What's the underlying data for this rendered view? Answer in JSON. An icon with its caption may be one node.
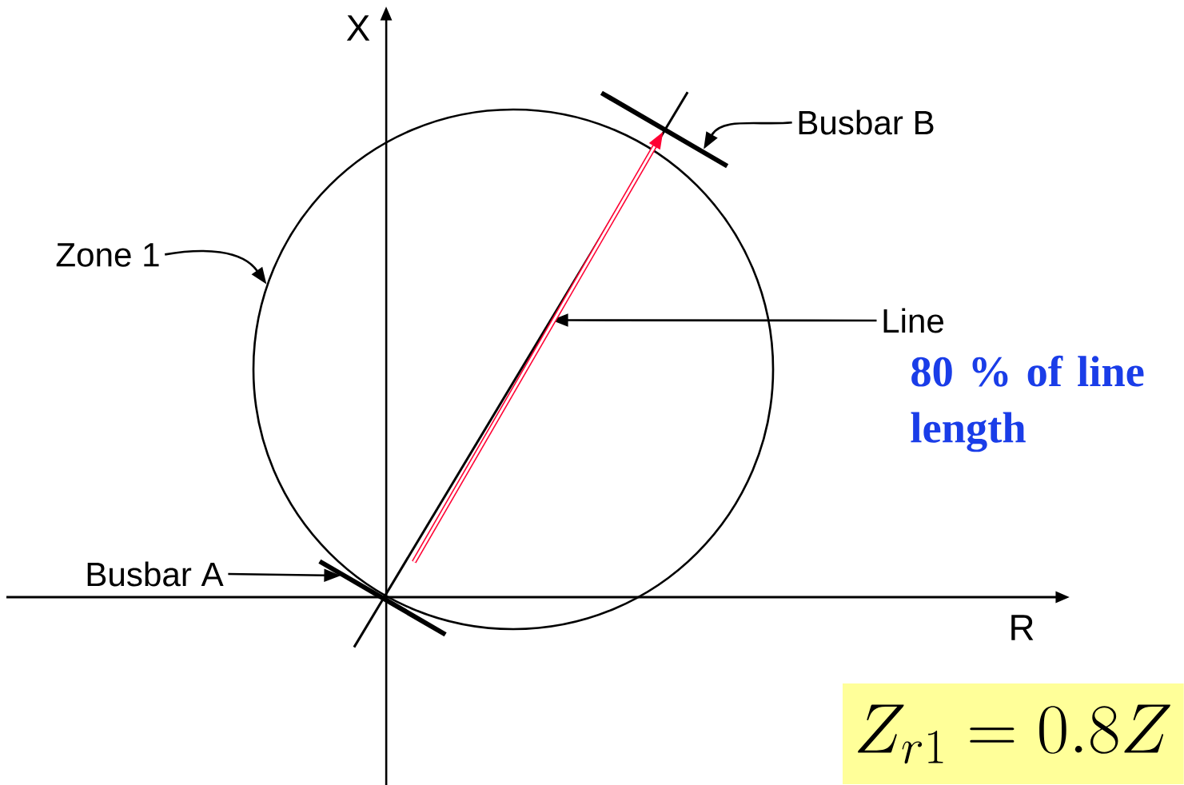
{
  "diagram": {
    "nodes": [
      {
        "text": [
          "Zone 1"
        ]
      },
      {
        "text": [],
        "shape": "circle"
      },
      {
        "text": [
          "Busbar B"
        ]
      },
      {
        "text": [],
        "shape": "bar"
      },
      {
        "text": [
          "Line"
        ]
      },
      {
        "text": [],
        "shape": "line"
      },
      {
        "text": [
          "Busbar A"
        ]
      },
      {
        "text": [],
        "shape": "bar"
      },
      {
        "text": [
          "Z_{r1}=0.8Z"
        ]
      }
    ],
    "edges": [
      {
        "from": 0,
        "to": 1,
        "arrow": "to"
      },
      {
        "from": 2,
        "to": 3,
        "arrow": "to"
      },
      {
        "from": 4,
        "to": 5,
        "arrow": "to"
      },
      {
        "from": 6,
        "to": 7,
        "arrow": "to"
      },
      {
        "from": 1,
        "to": 3,
        "arrow": "to",
        "style": "thick",
        "color": "#ff0033"
      }
    ],
    "labels": [
      "X",
      "R",
      "80 % of line length"
    ]
  }
}
